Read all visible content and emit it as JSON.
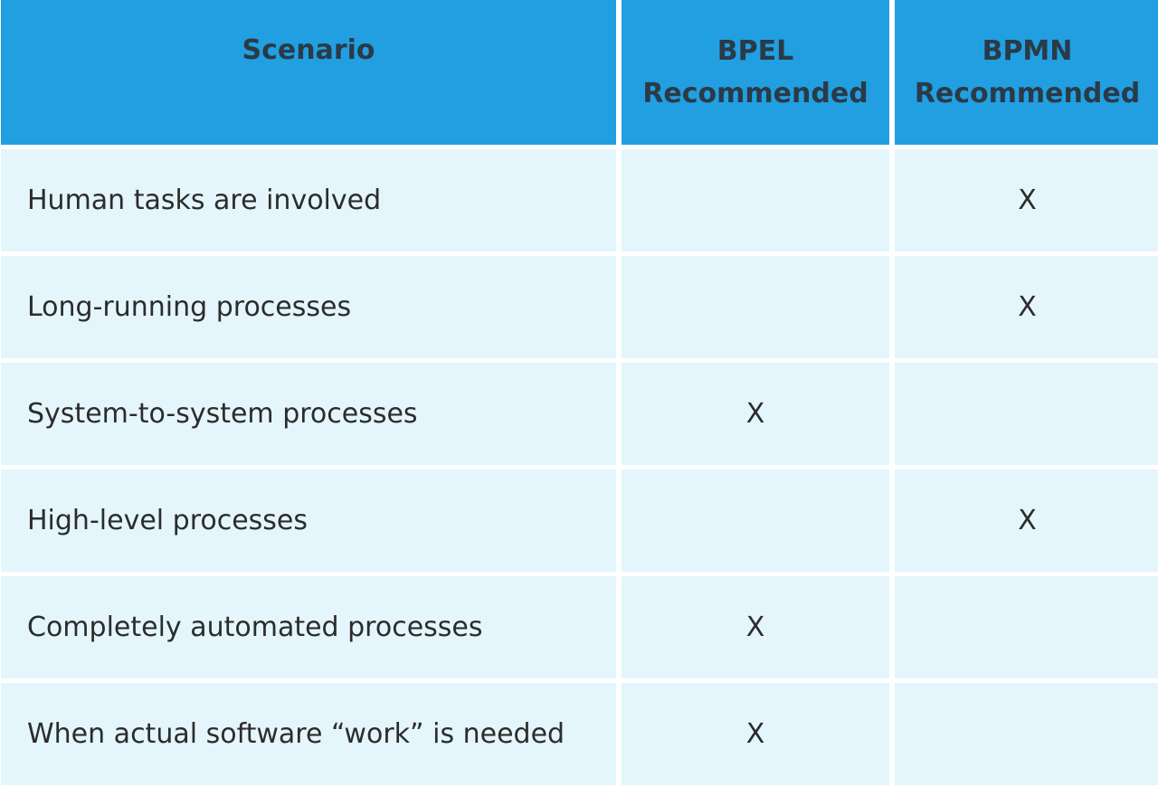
{
  "table": {
    "headers": [
      {
        "lines": [
          "Scenario"
        ]
      },
      {
        "lines": [
          "BPEL",
          "Recommended"
        ]
      },
      {
        "lines": [
          "BPMN",
          "Recommended"
        ]
      }
    ],
    "rows": [
      {
        "scenario": "Human tasks are involved",
        "bpel": "",
        "bpmn": "X"
      },
      {
        "scenario": "Long-running processes",
        "bpel": "",
        "bpmn": "X"
      },
      {
        "scenario": "System-to-system processes",
        "bpel": "X",
        "bpmn": ""
      },
      {
        "scenario": "High-level processes",
        "bpel": "",
        "bpmn": "X"
      },
      {
        "scenario": "Completely automated processes",
        "bpel": "X",
        "bpmn": ""
      },
      {
        "scenario": "When actual software “work” is needed",
        "bpel": "X",
        "bpmn": ""
      }
    ]
  },
  "colors": {
    "header_bg": "#219fe1",
    "header_text": "#2b3a47",
    "row_bg": "#e4f6fc",
    "row_text": "#2c2c2c"
  }
}
